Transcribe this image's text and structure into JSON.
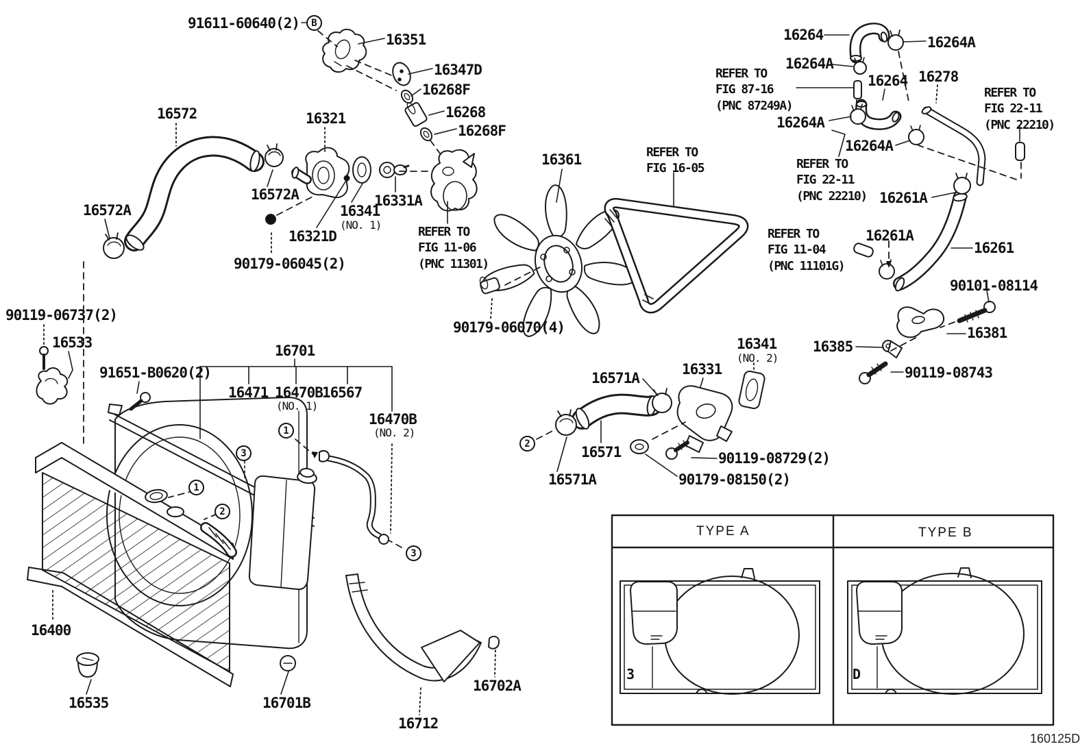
{
  "figure_code": "160125D",
  "parts": {
    "bolt_91611_60640": "91611-60640(2)",
    "p16351": "16351",
    "p16347d": "16347D",
    "p16268f_upper": "16268F",
    "p16268": "16268",
    "p16268f_lower": "16268F",
    "p16572": "16572",
    "p16321": "16321",
    "p16572a_upper": "16572A",
    "p16572a_lower": "16572A",
    "p16341_no1": "16341",
    "p16331a": "16331A",
    "p16321d": "16321D",
    "bolt_90179_06045": "90179-06045(2)",
    "p16361": "16361",
    "bolt_90179_06070": "90179-06070(4)",
    "p16264_upper": "16264",
    "p16264a_1": "16264A",
    "p16264a_2": "16264A",
    "p16264_lower": "16264",
    "p16278": "16278",
    "p16264a_3": "16264A",
    "p16264a_4": "16264A",
    "p16261a_upper": "16261A",
    "p16261a_lower": "16261A",
    "p16261": "16261",
    "bolt_90101_08114": "90101-08114",
    "p16381": "16381",
    "p16385": "16385",
    "bolt_90119_08743": "90119-08743",
    "p16341_no2": "16341",
    "p16331": "16331",
    "p16571a_upper": "16571A",
    "p16571": "16571",
    "p16571a_lower": "16571A",
    "bolt_90119_08729": "90119-08729(2)",
    "bolt_90179_08150": "90179-08150(2)",
    "bolt_90119_06737": "90119-06737(2)",
    "p16533": "16533",
    "bolt_91651_b0620": "91651-B0620(2)",
    "p16701": "16701",
    "p16471": "16471",
    "p16470b_no1": "16470B",
    "p16567": "16567",
    "p16470b_no2": "16470B",
    "p16400": "16400",
    "p16535": "16535",
    "p16701b": "16701B",
    "p16712": "16712",
    "p16702a": "16702A"
  },
  "notes": {
    "no1": "(NO. 1)",
    "no2": "(NO. 2)"
  },
  "references": {
    "fig_11_06": "REFER TO\nFIG 11-06\n(PNC 11301)",
    "fig_16_05": "REFER TO\nFIG 16-05",
    "fig_87_16": "REFER TO\nFIG 87-16\n(PNC 87249A)",
    "fig_22_11_right": "REFER TO\nFIG 22-11\n(PNC 22210)",
    "fig_22_11_left": "REFER TO\nFIG 22-11\n(PNC 22210)",
    "fig_11_04": "REFER TO\nFIG 11-04\n(PNC 11101G)"
  },
  "callouts": {
    "b": "B",
    "n1": "1",
    "n2": "2",
    "n3": "3"
  },
  "table": {
    "header_a": "TYPE A",
    "header_b": "TYPE B",
    "marker_a": "3",
    "marker_b": "D"
  }
}
